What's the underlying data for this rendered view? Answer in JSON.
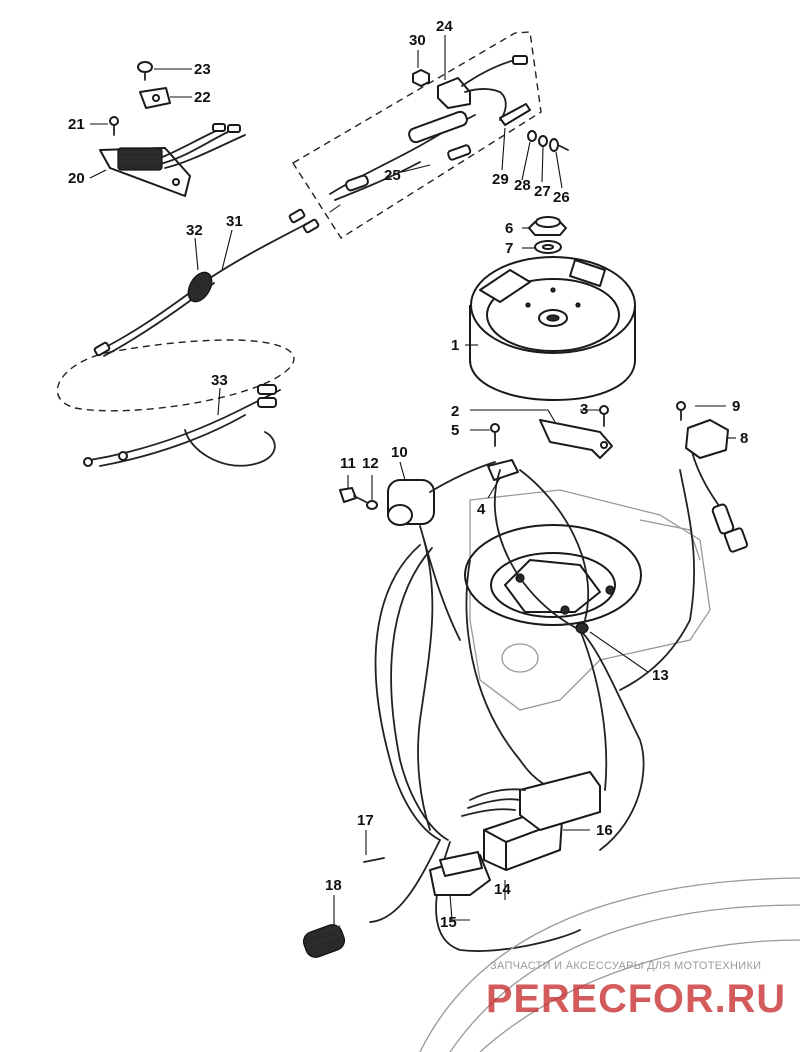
{
  "colors": {
    "ink": "#1a1a1a",
    "watermark_text": "#9a9a9a",
    "watermark_logo": "#c82d2d"
  },
  "callouts": [
    "1",
    "2",
    "3",
    "4",
    "5",
    "6",
    "7",
    "8",
    "9",
    "10",
    "11",
    "12",
    "13",
    "14",
    "15",
    "16",
    "17",
    "18",
    "20",
    "21",
    "22",
    "23",
    "24",
    "25",
    "26",
    "27",
    "28",
    "29",
    "30",
    "31",
    "32",
    "33"
  ],
  "watermark": {
    "caption": "ЗАПЧАСТИ И АКСЕССУАРЫ ДЛЯ МОТОТЕХНИКИ",
    "logo": "PERECFOR.RU"
  }
}
